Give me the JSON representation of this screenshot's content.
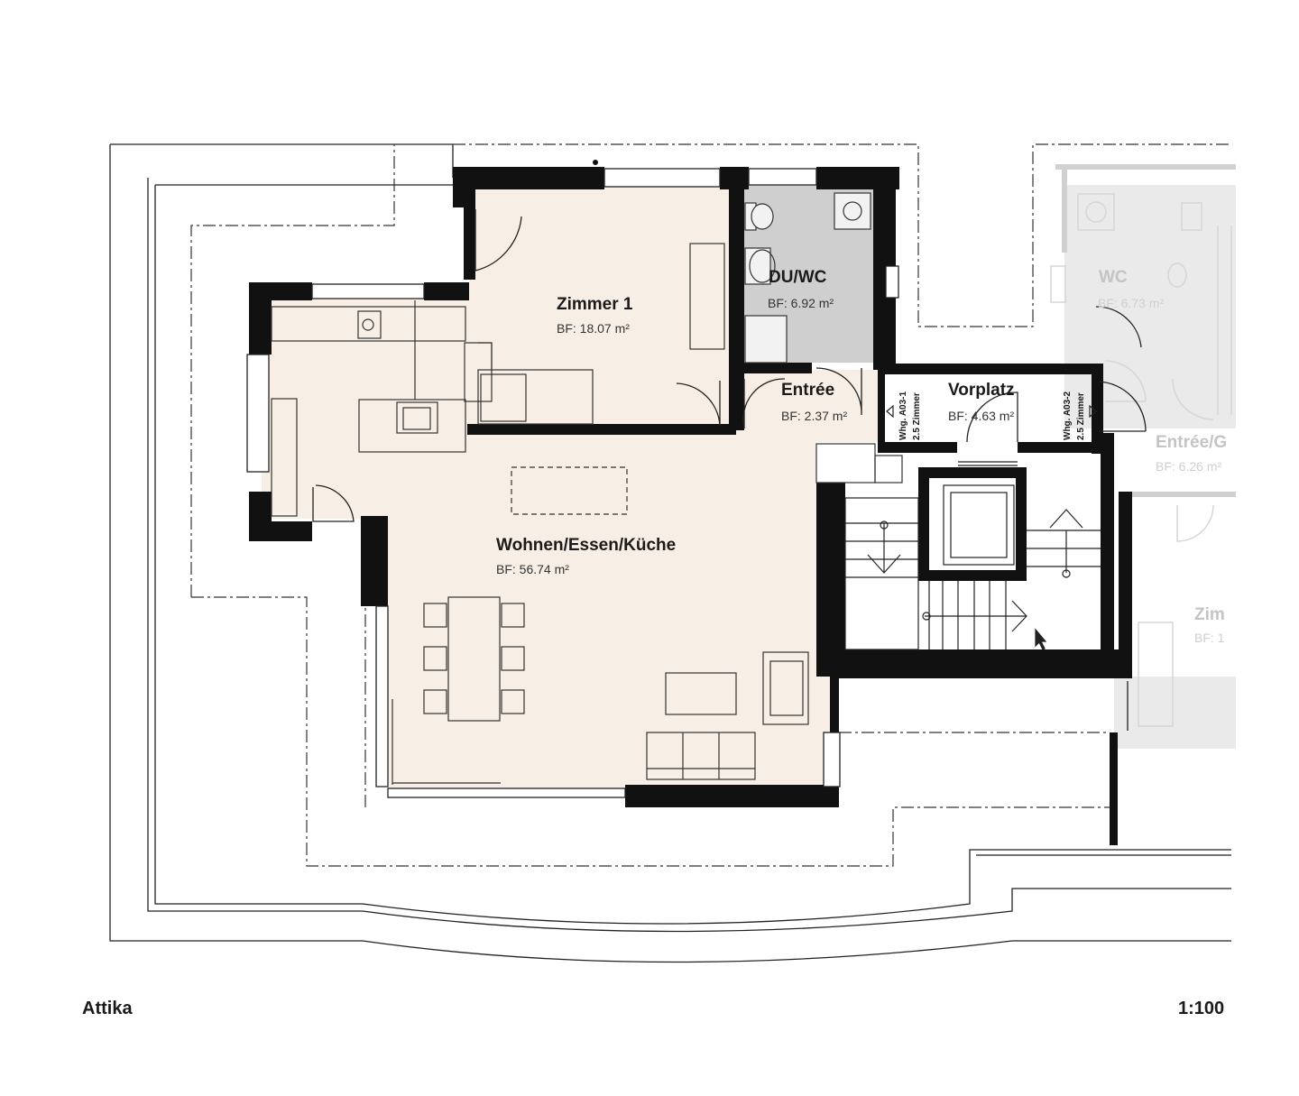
{
  "rooms": [
    {
      "name": "Zimmer 1",
      "area_label": "BF: 18.07 m²"
    },
    {
      "name": "DU/WC",
      "area_label": "BF: 6.92 m²"
    },
    {
      "name": "Entrée",
      "area_label": "BF: 2.37 m²"
    },
    {
      "name": "Vorplatz",
      "area_label": "BF: 4.63 m²"
    },
    {
      "name": "Wohnen/Essen/Küche",
      "area_label": "BF: 56.74 m²"
    }
  ],
  "neighbor_rooms": [
    {
      "name": "WC",
      "area_label": "BF: 6.73 m²"
    },
    {
      "name": "Entrée/G",
      "area_label": "BF: 6.26 m²"
    },
    {
      "name": "Zim",
      "area_label": "BF: 1"
    }
  ],
  "unit_labels": [
    {
      "line1": "Whg. A03-1",
      "line2": "2.5 Zimmer"
    },
    {
      "line1": "Whg. A03-2",
      "line2": "2.5 Zimmer"
    }
  ],
  "footer": {
    "floor_label": "Attika",
    "scale_label": "1:100"
  },
  "colors": {
    "wall": "#111111",
    "living_floor": "#f7efe5",
    "bath_floor": "#cfcfcf",
    "ghost": "#c8c8c8",
    "line": "#222222"
  }
}
